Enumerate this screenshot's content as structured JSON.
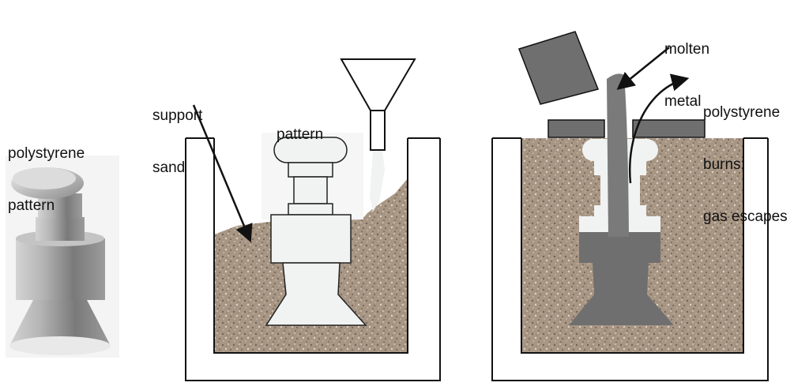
{
  "labels": {
    "polystyrene_pattern": [
      "polystyrene",
      "pattern"
    ],
    "support_sand": [
      "support",
      "sand"
    ],
    "pattern": "pattern",
    "molten_metal": [
      "molten",
      "metal"
    ],
    "polystyrene_burns": [
      "polystyrene",
      "burns;",
      "gas escapes"
    ]
  },
  "colors": {
    "sand": "#a89684",
    "sand_speck_dark": "#6e5f52",
    "sand_speck_light": "#ddd3c6",
    "pattern_fill": "#f1f3f3",
    "metal": "#6f6f6f",
    "container_stroke": "#111111",
    "text": "#111111"
  }
}
